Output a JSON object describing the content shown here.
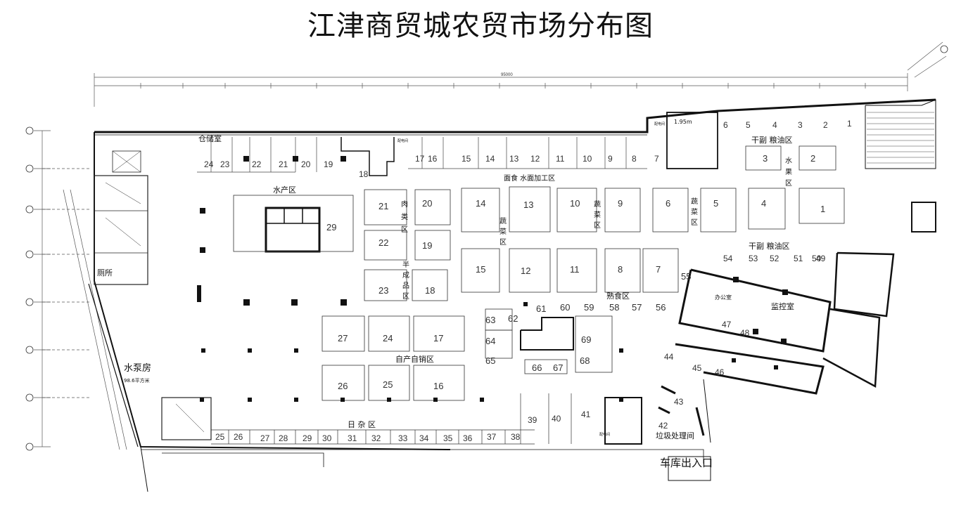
{
  "title": "江津商贸城农贸市场分布图",
  "colors": {
    "line": "#222222",
    "thin": "#555555",
    "pillar": "#111111",
    "bg": "#ffffff"
  },
  "dims": {
    "total": "95000",
    "elevation": "1.95m"
  },
  "zones": {
    "storage": "仓储室",
    "aquatic": "水产区",
    "meat1": "肉",
    "meat2": "类",
    "meat3": "区",
    "pastry": "面食 水面加工区",
    "veg_a1": "蔬",
    "veg_a2": "菜",
    "veg_a3": "区",
    "veg_b1": "蔬",
    "veg_b2": "菜",
    "veg_b3": "区",
    "veg_c1": "蔬",
    "veg_c2": "菜",
    "veg_c3": "区",
    "dry_top": "干副 粮油区",
    "dry_mid": "干副 粮油区",
    "fruit1": "水",
    "fruit2": "果",
    "fruit3": "区",
    "semi1": "半",
    "semi2": "成",
    "semi3": "品",
    "semi4": "区",
    "cooked": "熟食区",
    "toilet": "厕所",
    "pump": "水泵房",
    "pump_area": "98.6平方米",
    "self_sale": "自产自销区",
    "daily": "日 杂 区",
    "trash": "垃圾处理间",
    "control": "监控室",
    "office": "办公室",
    "car_entry": "车库出入口",
    "fire_room1": "配电间",
    "fire_room2": "配电间",
    "fire_room3": "配电间"
  },
  "stalls": {
    "top_row": [
      "24",
      "23",
      "22",
      "21",
      "20",
      "19",
      "18",
      "17",
      "16",
      "15",
      "14",
      "13",
      "12",
      "11",
      "10",
      "9",
      "8",
      "7"
    ],
    "top_right": [
      "6",
      "5",
      "4",
      "3",
      "2",
      "1"
    ],
    "mid_row": [
      "54",
      "53",
      "52",
      "51",
      "50",
      "49"
    ],
    "blocks_a": [
      "21",
      "20",
      "14",
      "13",
      "10",
      "9",
      "6",
      "5",
      "4",
      "1"
    ],
    "blocks_b": [
      "22",
      "19",
      "15",
      "12",
      "11",
      "8",
      "7"
    ],
    "blocks_c": [
      "23",
      "18"
    ],
    "east_b": [
      "3",
      "2"
    ],
    "aquatic_block": "29",
    "cooked_row": [
      "61",
      "60",
      "59",
      "58",
      "57",
      "56",
      "55"
    ],
    "cooked_extra": [
      "63",
      "62",
      "64",
      "65",
      "66",
      "67",
      "68",
      "69"
    ],
    "self_blocks": [
      "27",
      "24",
      "17",
      "26",
      "25",
      "16"
    ],
    "bottom_row": [
      "25",
      "26",
      "27",
      "28",
      "29",
      "30",
      "31",
      "32",
      "33",
      "34",
      "35",
      "36",
      "37",
      "38",
      "39",
      "40"
    ],
    "east_units": [
      "41",
      "42",
      "43",
      "44",
      "45",
      "46",
      "47",
      "48"
    ]
  }
}
